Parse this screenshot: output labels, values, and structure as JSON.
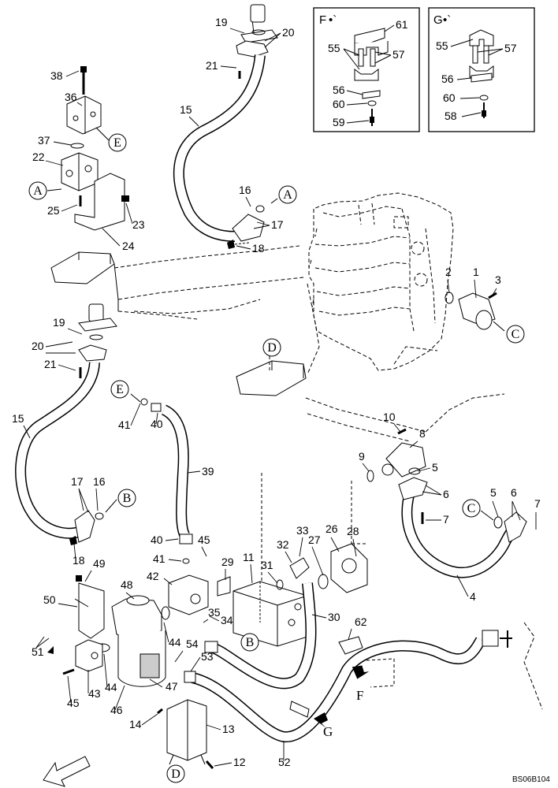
{
  "diagram": {
    "drawing_code": "BS06B104",
    "inset_f": {
      "title": "F",
      "parts": [
        "61",
        "55",
        "57",
        "56",
        "60",
        "59"
      ]
    },
    "inset_g": {
      "title": "G",
      "parts": [
        "55",
        "57",
        "56",
        "60",
        "58"
      ]
    },
    "parts": {
      "p1": "1",
      "p2": "2",
      "p3": "3",
      "p4": "4",
      "p5": "5",
      "p6": "6",
      "p7": "7",
      "p8": "8",
      "p9": "9",
      "p10": "10",
      "p11": "11",
      "p12": "12",
      "p13": "13",
      "p14": "14",
      "p15": "15",
      "p16": "16",
      "p17": "17",
      "p18": "18",
      "p19": "19",
      "p20": "20",
      "p21": "21",
      "p22": "22",
      "p23": "23",
      "p24": "24",
      "p25": "25",
      "p26": "26",
      "p27": "27",
      "p28": "28",
      "p29": "29",
      "p30": "30",
      "p31": "31",
      "p32": "32",
      "p33": "33",
      "p34": "34",
      "p35": "35",
      "p36": "36",
      "p37": "37",
      "p38": "38",
      "p39": "39",
      "p40": "40",
      "p41": "41",
      "p42": "42",
      "p43": "43",
      "p44": "44",
      "p45": "45",
      "p46": "46",
      "p47": "47",
      "p48": "48",
      "p49": "49",
      "p50": "50",
      "p51": "51",
      "p52": "52",
      "p53": "53",
      "p54": "54"
    },
    "refs": {
      "A": "A",
      "B": "B",
      "C": "C",
      "D": "D",
      "E": "E",
      "F": "F",
      "G": "G"
    }
  }
}
